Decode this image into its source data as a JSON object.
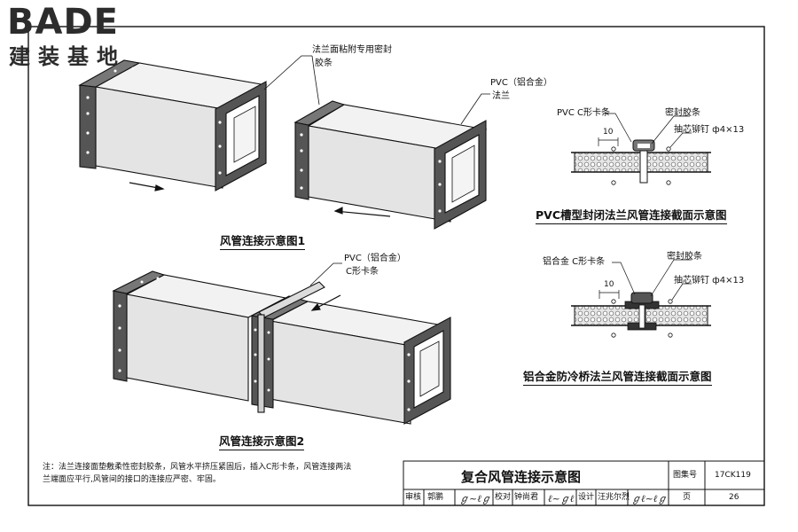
{
  "logo": {
    "brand": "BADE",
    "subtitle": "建装基地"
  },
  "labels": {
    "flange_seal_line1": "法兰面粘附专用密封",
    "flange_seal_line2": "胶条",
    "pvc_alloy_1": "PVC（铝合金）",
    "flange": "法兰",
    "pvc_alloy_2": "PVC（铝合金）",
    "c_clip": "C形卡条"
  },
  "captions": {
    "diagram1": "风管连接示意图1",
    "diagram2": "风管连接示意图2",
    "section_pvc": "PVC槽型封闭法兰风管连接截面示意图",
    "section_alloy": "铝合金防冷桥法兰风管连接截面示意图"
  },
  "section_pvc": {
    "clip_label": "PVC C形卡条",
    "seal_label": "密封胶条",
    "rivet_label": "抽芯铆钉 ф4×13",
    "dimension": "10"
  },
  "section_alloy": {
    "clip_label": "铝合金 C形卡条",
    "seal_label": "密封胶条",
    "rivet_label": "抽芯铆钉 ф4×13",
    "dimension": "10"
  },
  "note": "注：法兰连接面垫敷柔性密封胶条，风管水平挤压紧固后，插入C形卡条，风管连接两法兰端面应平行,风管间的接口的连接应严密、牢固。",
  "title_block": {
    "title": "复合风管连接示意图",
    "atlas_label": "图集号",
    "atlas_no": "17CK119",
    "review_label": "审核",
    "reviewer": "郭鹏",
    "check_label": "校对",
    "checker": "钟尚君",
    "design_label": "设计",
    "designer": "汪兆尔烈",
    "page_label": "页",
    "page_no": "26"
  }
}
